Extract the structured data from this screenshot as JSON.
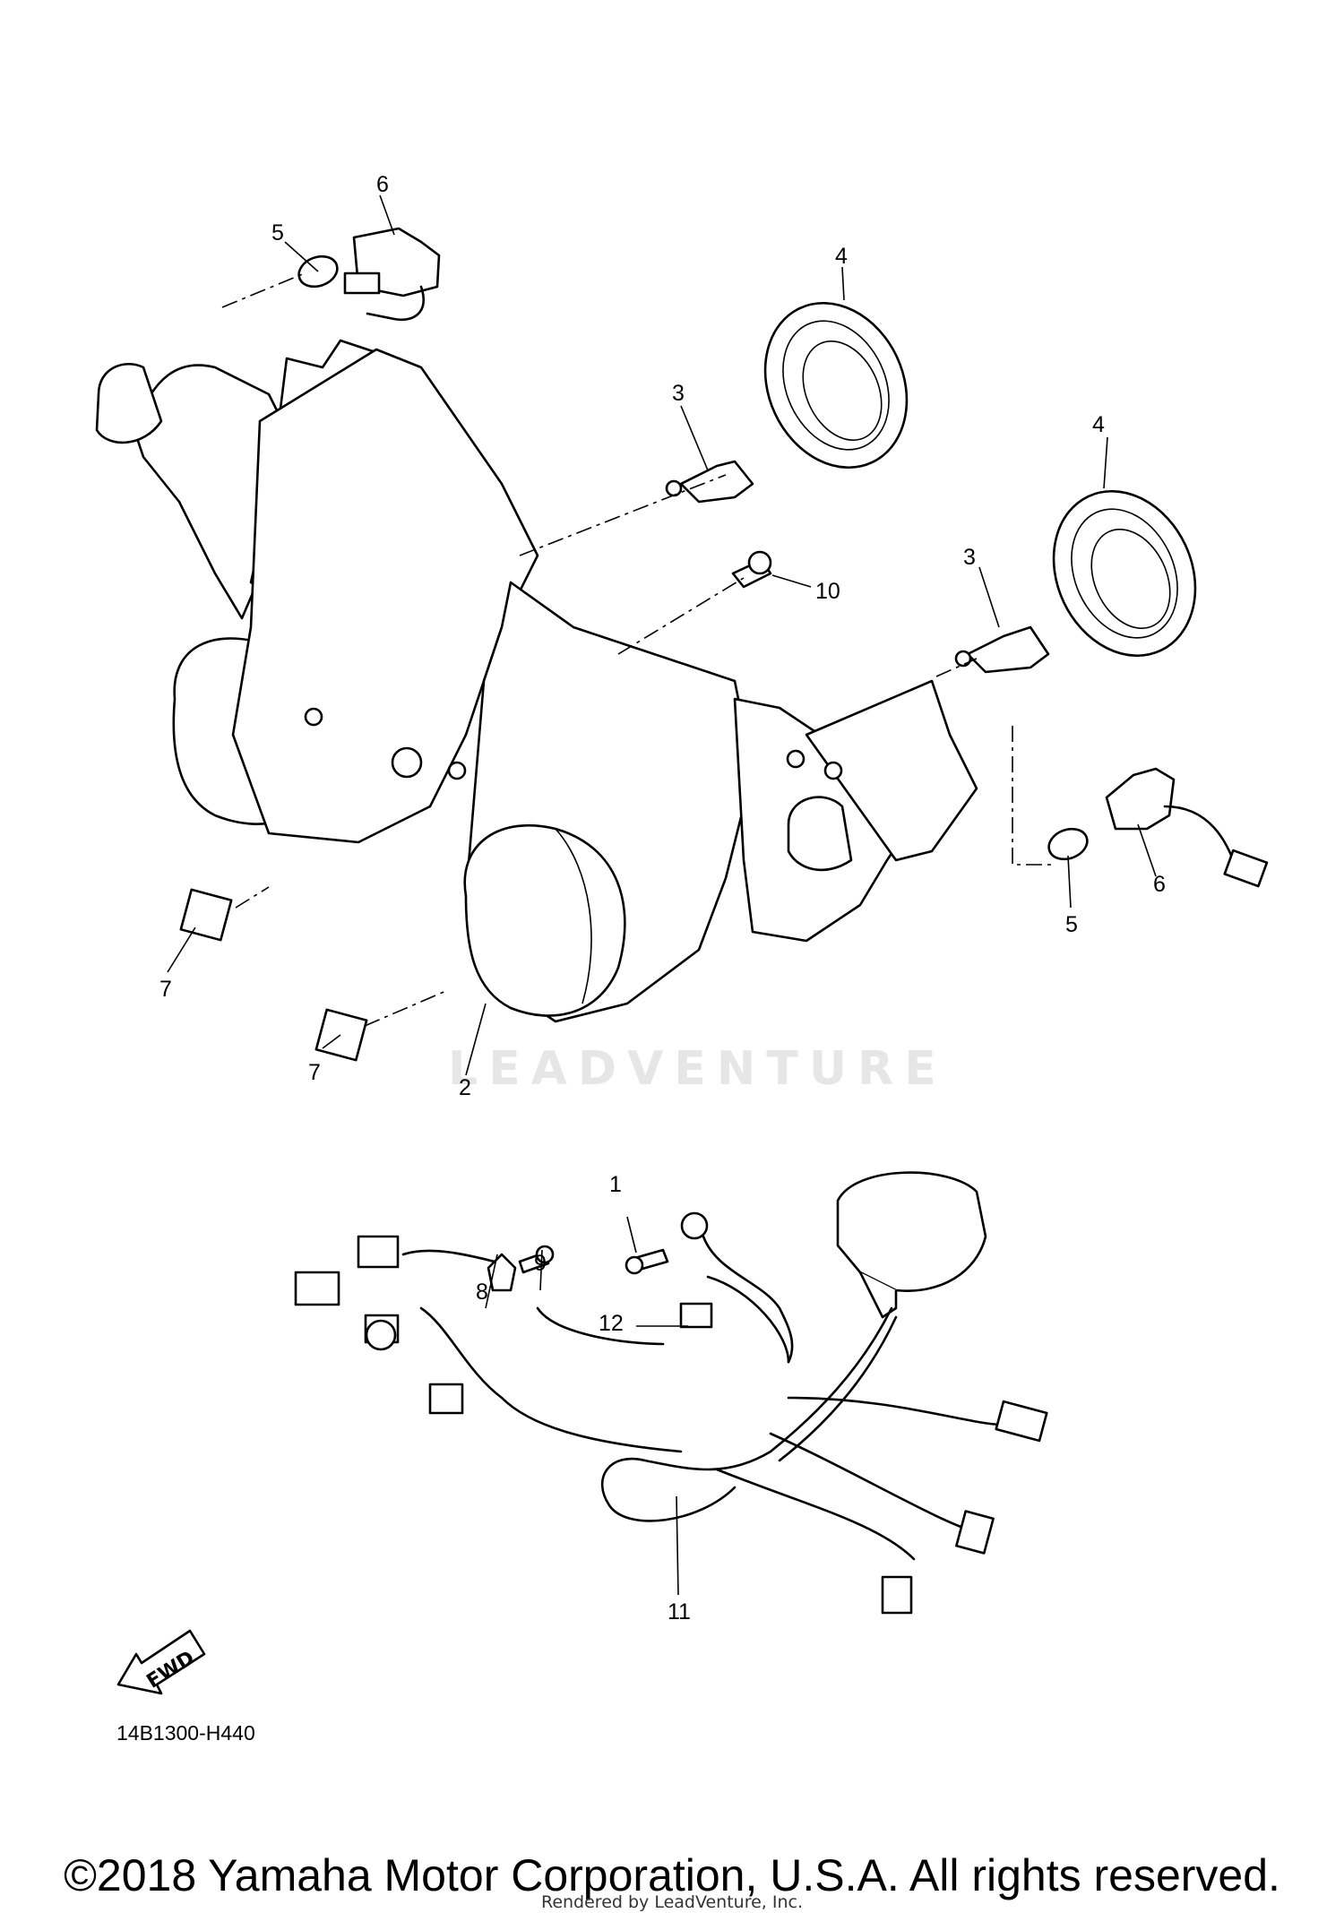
{
  "callouts": [
    {
      "id": "c1",
      "label": "1"
    },
    {
      "id": "c2",
      "label": "2"
    },
    {
      "id": "c3a",
      "label": "3"
    },
    {
      "id": "c3b",
      "label": "3"
    },
    {
      "id": "c4a",
      "label": "4"
    },
    {
      "id": "c4b",
      "label": "4"
    },
    {
      "id": "c5a",
      "label": "5"
    },
    {
      "id": "c5b",
      "label": "5"
    },
    {
      "id": "c6a",
      "label": "6"
    },
    {
      "id": "c6b",
      "label": "6"
    },
    {
      "id": "c7a",
      "label": "7"
    },
    {
      "id": "c7b",
      "label": "7"
    },
    {
      "id": "c8",
      "label": "8"
    },
    {
      "id": "c9",
      "label": "9"
    },
    {
      "id": "c10",
      "label": "10"
    },
    {
      "id": "c11",
      "label": "11"
    },
    {
      "id": "c12",
      "label": "12"
    }
  ],
  "fwd_label": "FWD",
  "diagram_ref": "14B1300-H440",
  "watermark": "LEADVENTURE",
  "copyright": "©2018 Yamaha Motor Corporation, U.S.A. All rights reserved.",
  "rendered_by": "Rendered by LeadVenture, Inc."
}
